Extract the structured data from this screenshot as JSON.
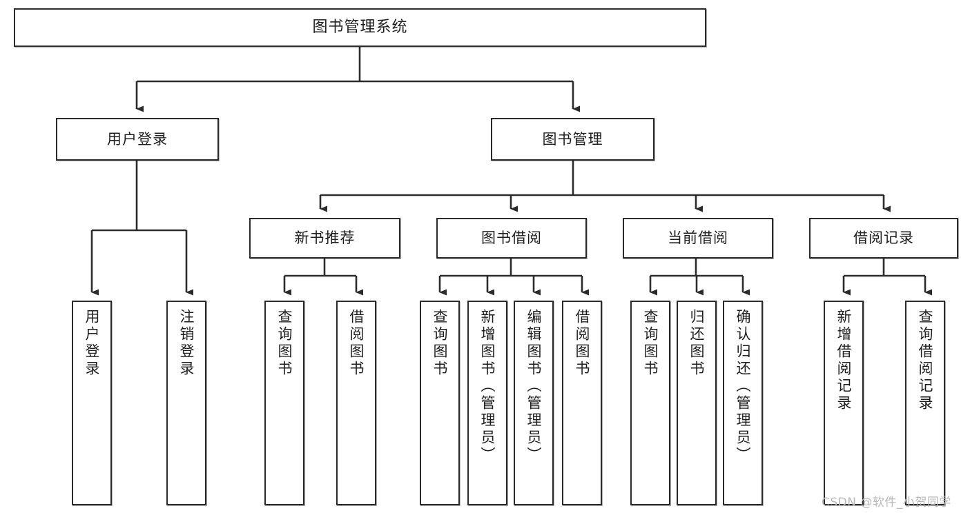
{
  "diagram": {
    "title": "图书管理系统",
    "type": "tree-hierarchy-chart",
    "background_color": "#ffffff",
    "box_border_color": "#2b2b2b",
    "connector_color": "#2b2b2b"
  },
  "nodes": {
    "root": {
      "label": "图书管理系统"
    },
    "level2": [
      {
        "id": "user-login",
        "label": "用户登录"
      },
      {
        "id": "book-manage",
        "label": "图书管理"
      }
    ],
    "level3": [
      {
        "id": "new-book-recommend",
        "label": "新书推荐"
      },
      {
        "id": "book-borrow",
        "label": "图书借阅"
      },
      {
        "id": "current-borrow",
        "label": "当前借阅"
      },
      {
        "id": "borrow-record",
        "label": "借阅记录"
      }
    ],
    "leaves": [
      {
        "id": "leaf-user-login",
        "parent": "user-login",
        "label": "用户登录"
      },
      {
        "id": "leaf-logout-login",
        "parent": "user-login",
        "label": "注销登录"
      },
      {
        "id": "leaf-query-book-1",
        "parent": "new-book-recommend",
        "label": "查询图书"
      },
      {
        "id": "leaf-borrow-book-1",
        "parent": "new-book-recommend",
        "label": "借阅图书"
      },
      {
        "id": "leaf-query-book-2",
        "parent": "book-borrow",
        "label": "查询图书"
      },
      {
        "id": "leaf-add-book",
        "parent": "book-borrow",
        "label": "新增图书（管理员）"
      },
      {
        "id": "leaf-edit-book",
        "parent": "book-borrow",
        "label": "编辑图书（管理员）"
      },
      {
        "id": "leaf-borrow-book-2",
        "parent": "book-borrow",
        "label": "借阅图书"
      },
      {
        "id": "leaf-query-book-3",
        "parent": "current-borrow",
        "label": "查询图书"
      },
      {
        "id": "leaf-return-book",
        "parent": "current-borrow",
        "label": "归还图书"
      },
      {
        "id": "leaf-confirm-return",
        "parent": "current-borrow",
        "label": "确认归还（管理员）"
      },
      {
        "id": "leaf-add-record",
        "parent": "borrow-record",
        "label": "新增借阅记录"
      },
      {
        "id": "leaf-query-record",
        "parent": "borrow-record",
        "label": "查询借阅记录"
      }
    ]
  },
  "watermark": {
    "text": "CSDN @软件_小贺同学"
  }
}
